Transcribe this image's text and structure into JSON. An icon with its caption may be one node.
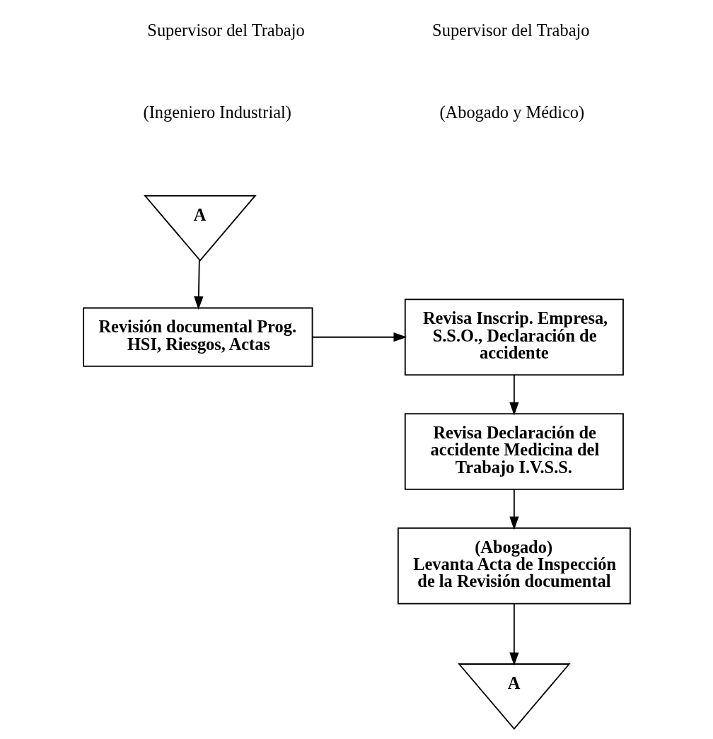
{
  "diagram": {
    "nodes": [
      {
        "text": [
          "A"
        ]
      },
      {
        "text": [
          "Revisión documental Prog. HSI, Riesgos, Actas"
        ]
      },
      {
        "text": [
          "Revisa Inscrip. Empresa, S.S.O., Declaración de accidente"
        ]
      },
      {
        "text": [
          "Revisa Declaración de accidente Medicina del Trabajo I.V.S.S."
        ]
      },
      {
        "text": [
          "(Abogado)",
          "Levanta Acta de Inspección de la Revisión documental"
        ]
      },
      {
        "text": [
          "A"
        ]
      }
    ],
    "edges": [
      {
        "from": 0,
        "to": 1,
        "arrow": "to"
      },
      {
        "from": 1,
        "to": 2,
        "arrow": "to"
      },
      {
        "from": 2,
        "to": 3,
        "arrow": "to"
      },
      {
        "from": 3,
        "to": 4,
        "arrow": "to"
      },
      {
        "from": 4,
        "to": 5,
        "arrow": "to"
      }
    ],
    "labels": [
      "Supervisor del Trabajo",
      "Supervisor del Trabajo",
      "(Ingeniero Industrial)",
      "(Abogado y Médico)"
    ]
  }
}
